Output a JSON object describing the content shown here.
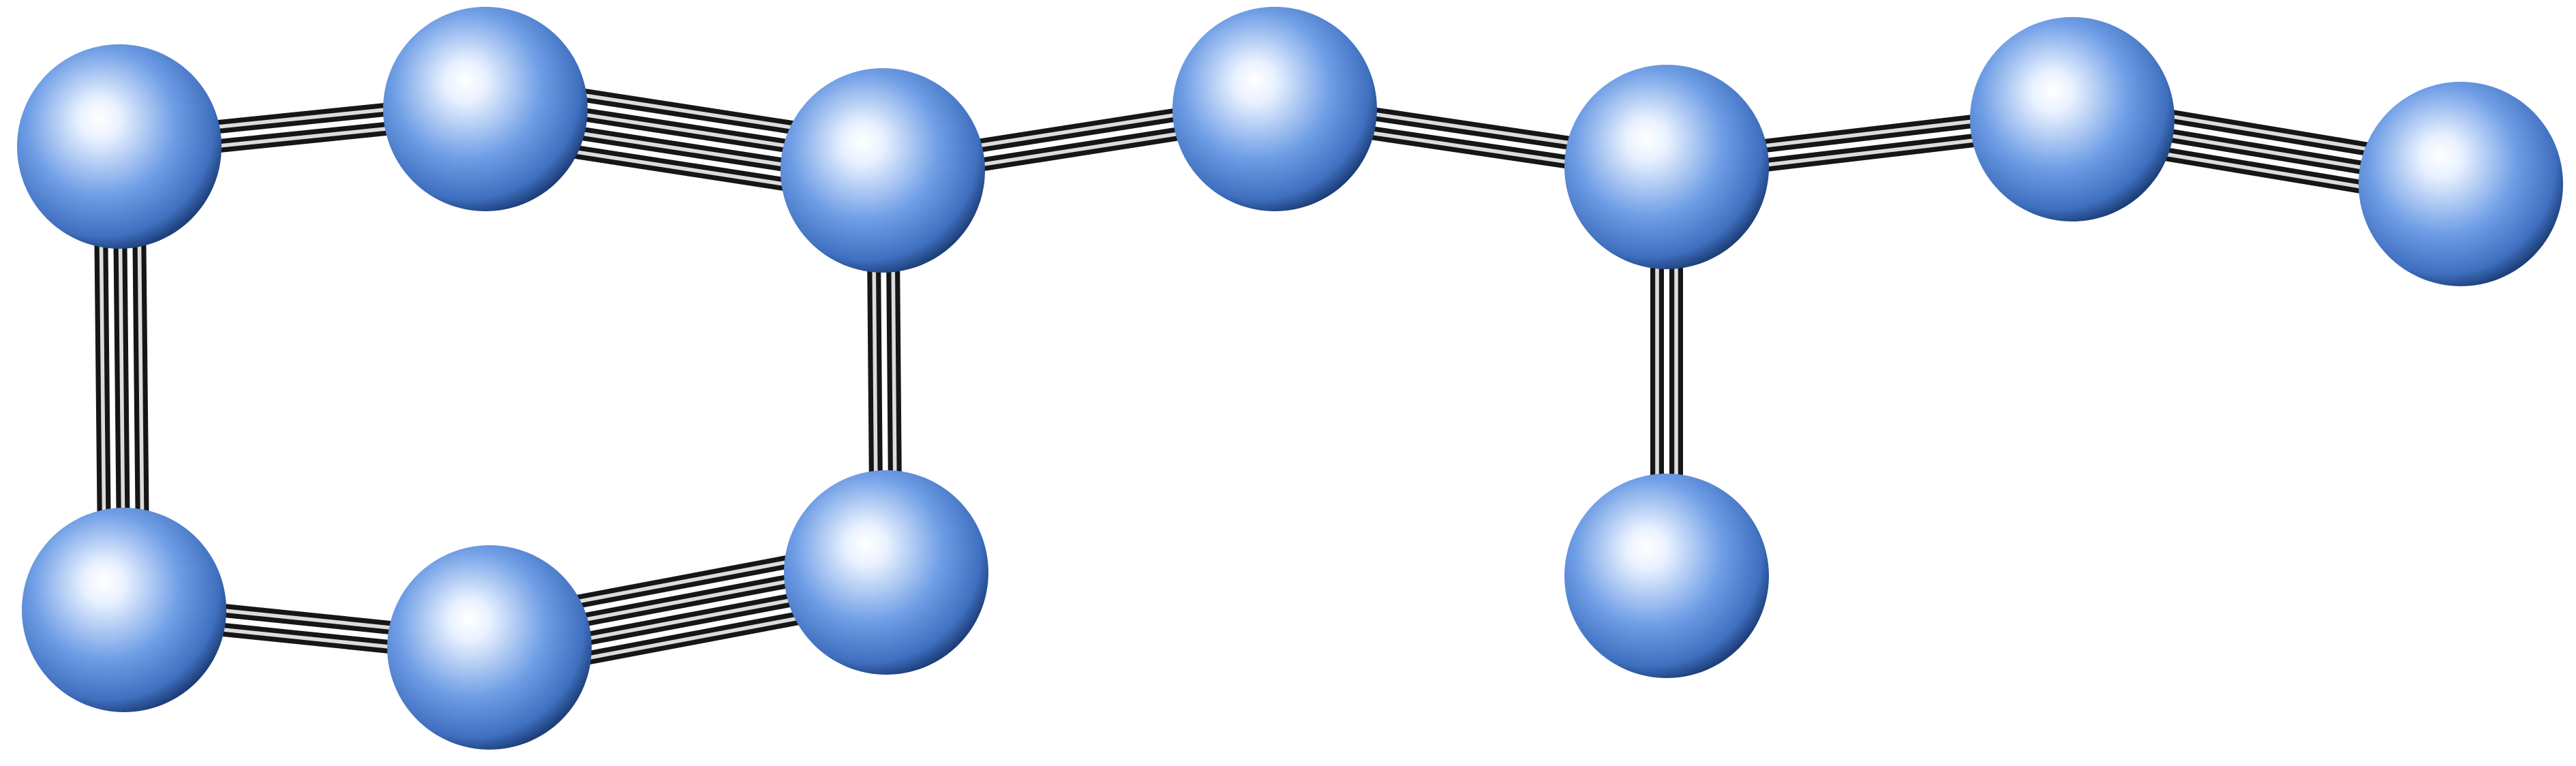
{
  "molecule": {
    "atom_color": "#6f9ee6",
    "atom_highlight": "#ffffff",
    "atom_shadow": "#1d3f7a",
    "bond_dark": "#161616",
    "bond_light": "#ffffff",
    "atoms": [
      {
        "id": "a1"
      },
      {
        "id": "a2"
      },
      {
        "id": "a3"
      },
      {
        "id": "a4"
      },
      {
        "id": "a5"
      },
      {
        "id": "a6"
      },
      {
        "id": "a7"
      },
      {
        "id": "a8"
      },
      {
        "id": "a9"
      },
      {
        "id": "a10"
      },
      {
        "id": "a11"
      },
      {
        "id": "a12"
      }
    ],
    "bonds": [
      {
        "from": "a1",
        "to": "a2",
        "order": 1
      },
      {
        "from": "a2",
        "to": "a3",
        "order": 3
      },
      {
        "from": "a3",
        "to": "a6",
        "order": 1
      },
      {
        "from": "a6",
        "to": "a5",
        "order": 3
      },
      {
        "from": "a5",
        "to": "a4",
        "order": 1
      },
      {
        "from": "a4",
        "to": "a1",
        "order": 2
      },
      {
        "from": "a3",
        "to": "a7",
        "order": 1
      },
      {
        "from": "a7",
        "to": "a8",
        "order": 1
      },
      {
        "from": "a8",
        "to": "a9",
        "order": 1
      },
      {
        "from": "a9",
        "to": "a10",
        "order": 1
      },
      {
        "from": "a10",
        "to": "a11",
        "order": 2
      },
      {
        "from": "a8",
        "to": "a12",
        "order": 1
      }
    ]
  }
}
